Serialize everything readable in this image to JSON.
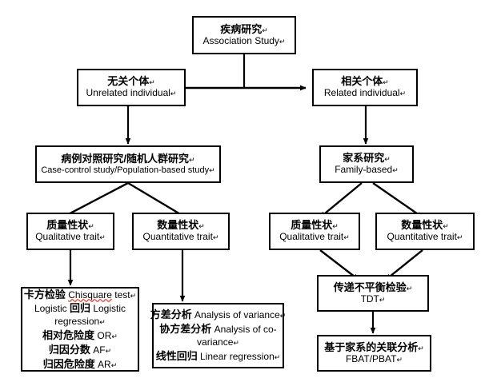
{
  "diagram": {
    "title": "Association Study design flowchart",
    "colors": {
      "stroke": "#000000",
      "background": "#ffffff",
      "spellcheck_underline": "#e8382a"
    },
    "pilcrow": "↵"
  },
  "nodes": {
    "association_study": {
      "cn": "疾病研究",
      "en": "Association Study"
    },
    "unrelated_individual": {
      "cn": "无关个体",
      "en": "Unrelated individual"
    },
    "related_individual": {
      "cn": "相关个体",
      "en": "Related individual"
    },
    "case_control": {
      "cn": "病例对照研究/随机人群研究",
      "en": "Case-control study/Population-based  study"
    },
    "family_based": {
      "cn": "家系研究",
      "en": "Family-based"
    },
    "qualitative_left": {
      "cn": "质量性状",
      "en": "Qualitative trait"
    },
    "quantitative_left": {
      "cn": "数量性状",
      "en": "Quantitative trait"
    },
    "qualitative_right": {
      "cn": "质量性状",
      "en": "Qualitative trait"
    },
    "quantitative_right": {
      "cn": "数量性状",
      "en": "Quantitative trait"
    },
    "tdt": {
      "cn": "传递不平衡检验",
      "en": "TDT"
    },
    "fbat_pbat": {
      "cn": "基于家系的关联分析",
      "en": "FBAT/PBAT"
    },
    "qualitative_methods": {
      "lines": [
        [
          {
            "type": "cn",
            "text": "卡方检验"
          },
          {
            "type": "en",
            "text": " "
          },
          {
            "type": "en-misspelled",
            "text": "Chisquare"
          },
          {
            "type": "en",
            "text": " test"
          },
          {
            "type": "pilcrow",
            "text": "↵"
          }
        ],
        [
          {
            "type": "en",
            "text": "Logistic  "
          },
          {
            "type": "cn",
            "text": "回归"
          },
          {
            "type": "en",
            "text": " Logistic"
          }
        ],
        [
          {
            "type": "en",
            "text": "regression"
          },
          {
            "type": "pilcrow",
            "text": "↵"
          }
        ],
        [
          {
            "type": "cn",
            "text": "相对危险度"
          },
          {
            "type": "en",
            "text": " OR"
          },
          {
            "type": "pilcrow",
            "text": "↵"
          }
        ],
        [
          {
            "type": "cn",
            "text": "归因分数"
          },
          {
            "type": "en",
            "text": " AF"
          },
          {
            "type": "pilcrow",
            "text": "↵"
          }
        ],
        [
          {
            "type": "cn",
            "text": "归因危险度"
          },
          {
            "type": "en",
            "text": " AR"
          },
          {
            "type": "pilcrow",
            "text": "↵"
          }
        ]
      ]
    },
    "quantitative_methods": {
      "lines": [
        [
          {
            "type": "cn",
            "text": "方差分析"
          },
          {
            "type": "en",
            "text": " Analysis of variance"
          },
          {
            "type": "pilcrow",
            "text": "↵"
          }
        ],
        [
          {
            "type": "cn",
            "text": "协方差分析"
          },
          {
            "type": "en",
            "text": " Analysis of co-"
          }
        ],
        [
          {
            "type": "en",
            "text": "variance"
          },
          {
            "type": "pilcrow",
            "text": "↵"
          }
        ],
        [
          {
            "type": "cn",
            "text": "线性回归"
          },
          {
            "type": "en",
            "text": " Linear regression"
          },
          {
            "type": "pilcrow",
            "text": "↵"
          }
        ]
      ]
    }
  }
}
